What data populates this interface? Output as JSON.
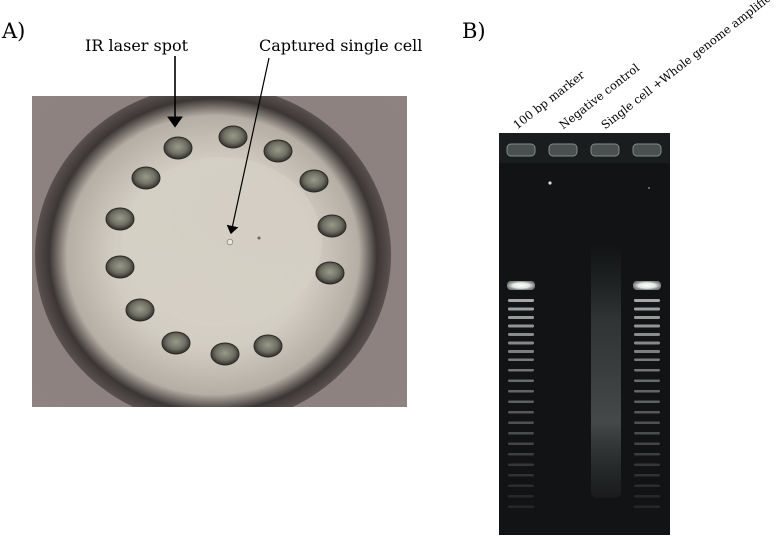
{
  "panel_a": {
    "label": "A)",
    "annotations": {
      "ir_laser_spot": "IR laser spot",
      "captured_cell": "Captured single cell"
    }
  },
  "panel_b": {
    "label": "B)",
    "lanes": [
      {
        "label": "100 bp marker"
      },
      {
        "label": "Negative control"
      },
      {
        "label": "Single cell +Whole genome amplification"
      }
    ]
  },
  "colors": {
    "micrograph_bg": "#6b605f",
    "well_fill": "#d7d2c7",
    "gel_bg": "#111314",
    "band": "#e8ebe8"
  }
}
